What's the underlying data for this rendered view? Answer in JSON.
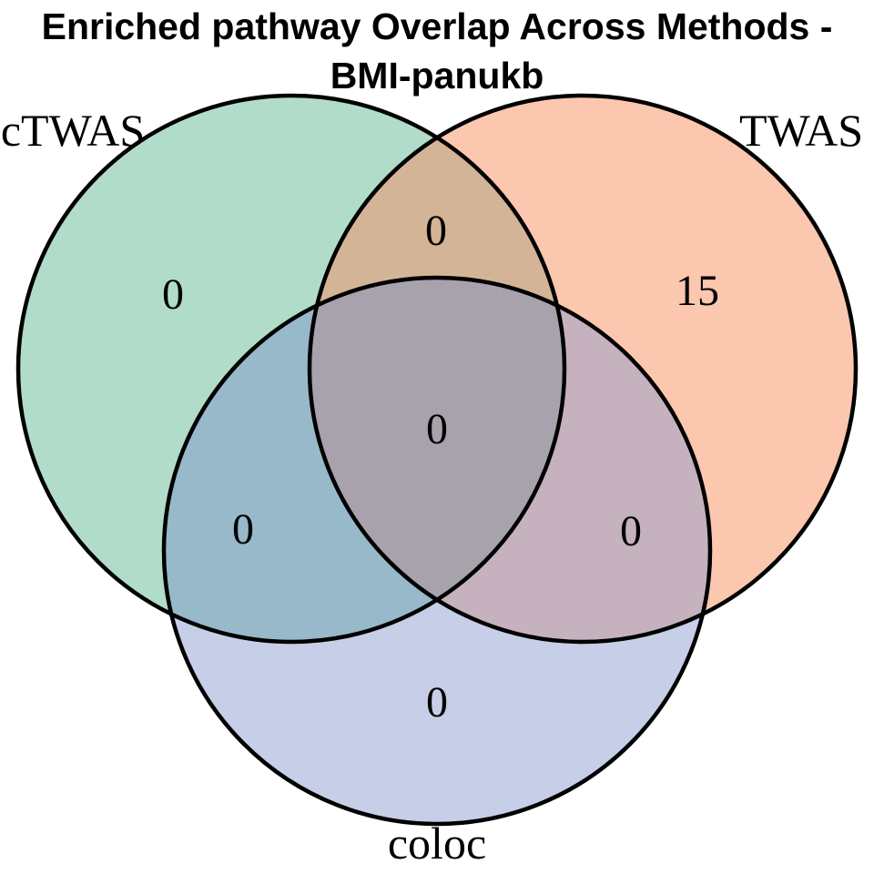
{
  "title": {
    "line1": "Enriched pathway Overlap Across Methods -",
    "line2": "BMI-panukb"
  },
  "set_labels": {
    "ctwas": "cTWAS",
    "twas": "TWAS",
    "coloc": "coloc"
  },
  "counts": {
    "ctwas_only": "0",
    "twas_only": "15",
    "coloc_only": "0",
    "ctwas_twas": "0",
    "ctwas_coloc": "0",
    "twas_coloc": "0",
    "all_three": "0"
  },
  "colors": {
    "ctwas": "#b1dcc9",
    "twas": "#fbc7af",
    "coloc": "#c7cee7",
    "ctwas_twas": "#d4b496",
    "ctwas_coloc": "#97b9ca",
    "twas_coloc": "#c6b1bf",
    "all_three": "#a7a2ac",
    "outline": "#000000",
    "text": "#000000"
  },
  "chart_data": {
    "type": "venn",
    "title": "Enriched pathway Overlap Across Methods - BMI-panukb",
    "sets": [
      "cTWAS",
      "TWAS",
      "coloc"
    ],
    "regions": [
      {
        "sets": [
          "cTWAS"
        ],
        "value": 0
      },
      {
        "sets": [
          "TWAS"
        ],
        "value": 15
      },
      {
        "sets": [
          "coloc"
        ],
        "value": 0
      },
      {
        "sets": [
          "cTWAS",
          "TWAS"
        ],
        "value": 0
      },
      {
        "sets": [
          "cTWAS",
          "coloc"
        ],
        "value": 0
      },
      {
        "sets": [
          "TWAS",
          "coloc"
        ],
        "value": 0
      },
      {
        "sets": [
          "cTWAS",
          "TWAS",
          "coloc"
        ],
        "value": 0
      }
    ],
    "legend_position": "none",
    "grid": false
  }
}
